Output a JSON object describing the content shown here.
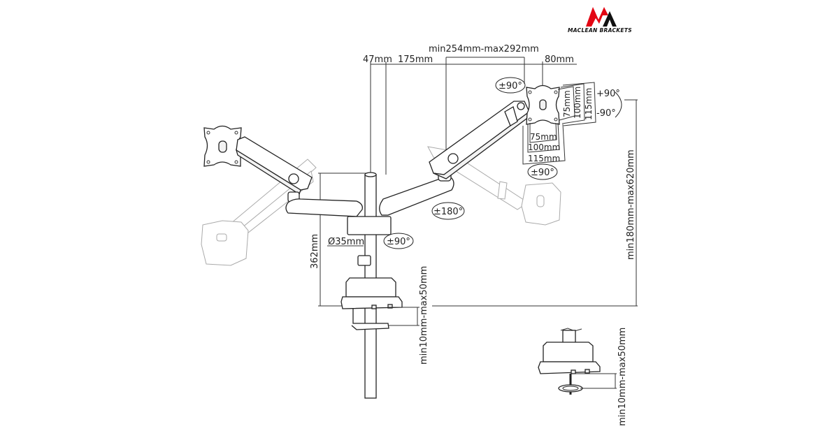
{
  "brand": {
    "name": "MACLEAN BRACKETS",
    "colors": {
      "primary": "#e30613",
      "secondary": "#111111"
    }
  },
  "diagram": {
    "subject": "dual monitor arm desk mount",
    "dimensions": {
      "arm_pole_offset": "47mm",
      "arm_segment": "175mm",
      "arm_extension": "min254mm-max292mm",
      "vesa_offset": "80mm",
      "mount_height": "362mm",
      "pole_diameter": "Ø35mm",
      "height_range": "min180mm-max620mm",
      "clamp_range": "min10mm-max50mm",
      "grommet_range": "min10mm-max50mm"
    },
    "vesa": {
      "horizontal": [
        "75mm",
        "100mm",
        "115mm"
      ],
      "vertical": [
        "75mm",
        "100mm",
        "115mm"
      ]
    },
    "rotations": {
      "tilt_top": "±90°",
      "tilt_up": "+90°",
      "tilt_down": "-90°",
      "swivel_vesa": "±90°",
      "arm_swivel": "±180°",
      "base_swivel": "±90°"
    }
  }
}
